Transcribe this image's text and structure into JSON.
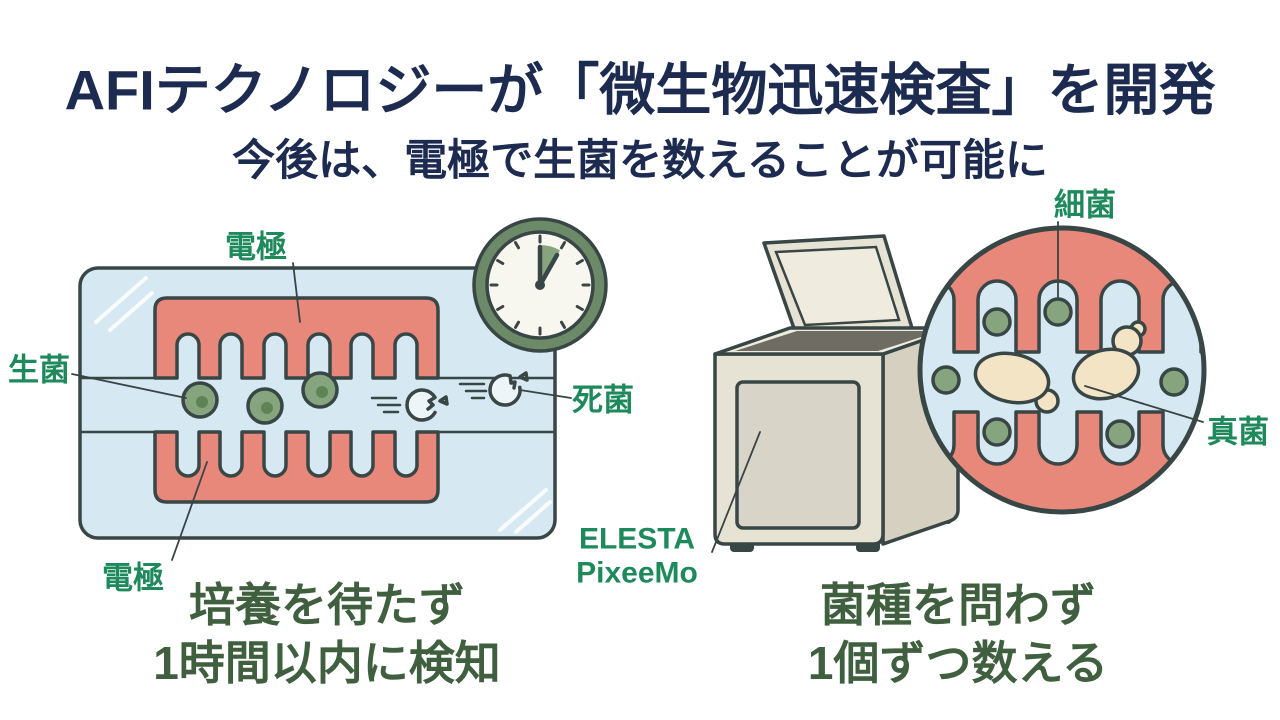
{
  "header": {
    "title": "AFIテクノロジーが「微生物迅速検査」を開発",
    "subtitle": "今後は、電極で生菌を数えることが可能に"
  },
  "electrode_chip": {
    "label_electrode_top": "電極",
    "label_live_bacteria": "生菌",
    "label_dead_bacteria": "死菌",
    "label_electrode_bottom": "電極",
    "timer_icon": "clock-icon",
    "caption": [
      "培養を待たず",
      "1時間以内に検知"
    ]
  },
  "device": {
    "name": [
      "ELESTA",
      "PixeeMo"
    ],
    "label_bacteria": "細菌",
    "label_fungi": "真菌",
    "caption": [
      "菌種を問わず",
      "1個ずつ数える"
    ]
  },
  "colors": {
    "background": "#ffffff",
    "title": "#1c2b4f",
    "label": "#1e8a5b",
    "caption": "#3f5f3f",
    "outline": "#394646",
    "chip": "#d6e8f2",
    "electrode": "#e8887a",
    "live_cell": "#86a47e",
    "clock_ring": "#6d8a68",
    "device": "#e7e3d4",
    "fungi": "#f2e4c4"
  }
}
